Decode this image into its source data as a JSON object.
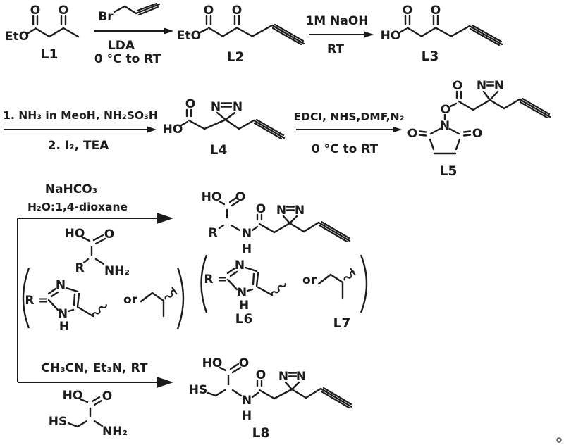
{
  "compounds": {
    "l1": {
      "label": "L1",
      "etO": "EtO",
      "o1": "O",
      "o2": "O"
    },
    "pbr": {
      "br": "Br"
    },
    "l2": {
      "label": "L2",
      "etO": "EtO",
      "o1": "O",
      "o2": "O"
    },
    "l3": {
      "label": "L3",
      "ho": "HO",
      "o1": "O",
      "o2": "O"
    },
    "l4": {
      "label": "L4",
      "ho": "HO",
      "o": "O",
      "n1": "N",
      "n2": "N"
    },
    "l5": {
      "label": "L5",
      "o_top": "O",
      "n1": "N",
      "n2": "N",
      "o_ester": "O",
      "n_ring": "N",
      "o_left": "O",
      "o_right": "O"
    },
    "aa": {
      "ho": "HO",
      "o": "O",
      "r": "R",
      "nh2": "NH₂"
    },
    "rg1": {
      "req": "R =",
      "n_top": "N",
      "n_bottom": "N",
      "h": "H",
      "or": "or"
    },
    "prod": {
      "ho": "HO",
      "o_acid": "O",
      "o_amide": "O",
      "r": "R",
      "n": "N",
      "h": "H",
      "n1": "N",
      "n2": "N"
    },
    "rg2": {
      "req": "R =",
      "n_top": "N",
      "n_bottom": "N",
      "h": "H",
      "or": "or",
      "l6": "L6",
      "l7": "L7"
    },
    "cys": {
      "ho": "HO",
      "o": "O",
      "hs": "HS",
      "nh2": "NH₂"
    },
    "l8": {
      "label": "L8",
      "ho": "HO",
      "o_acid": "O",
      "o_amide": "O",
      "hs": "HS",
      "n": "N",
      "h": "H",
      "n1": "N",
      "n2": "N"
    }
  },
  "reactions": {
    "r1": {
      "below1": "LDA",
      "below2": "0 °C  to RT"
    },
    "r2": {
      "above": "1M NaOH",
      "below": "RT"
    },
    "r3": {
      "above": "1. NH₃ in MeoH, NH₂SO₃H",
      "below": "2.  I₂, TEA"
    },
    "r4": {
      "above": "EDCI, NHS,DMF,N₂",
      "below": "0 °C to RT"
    },
    "r5": {
      "above1": "NaHCO₃",
      "above2": "H₂O:1,4-dioxane"
    },
    "r6": {
      "above": "CH₃CN, Et₃N, RT"
    }
  }
}
